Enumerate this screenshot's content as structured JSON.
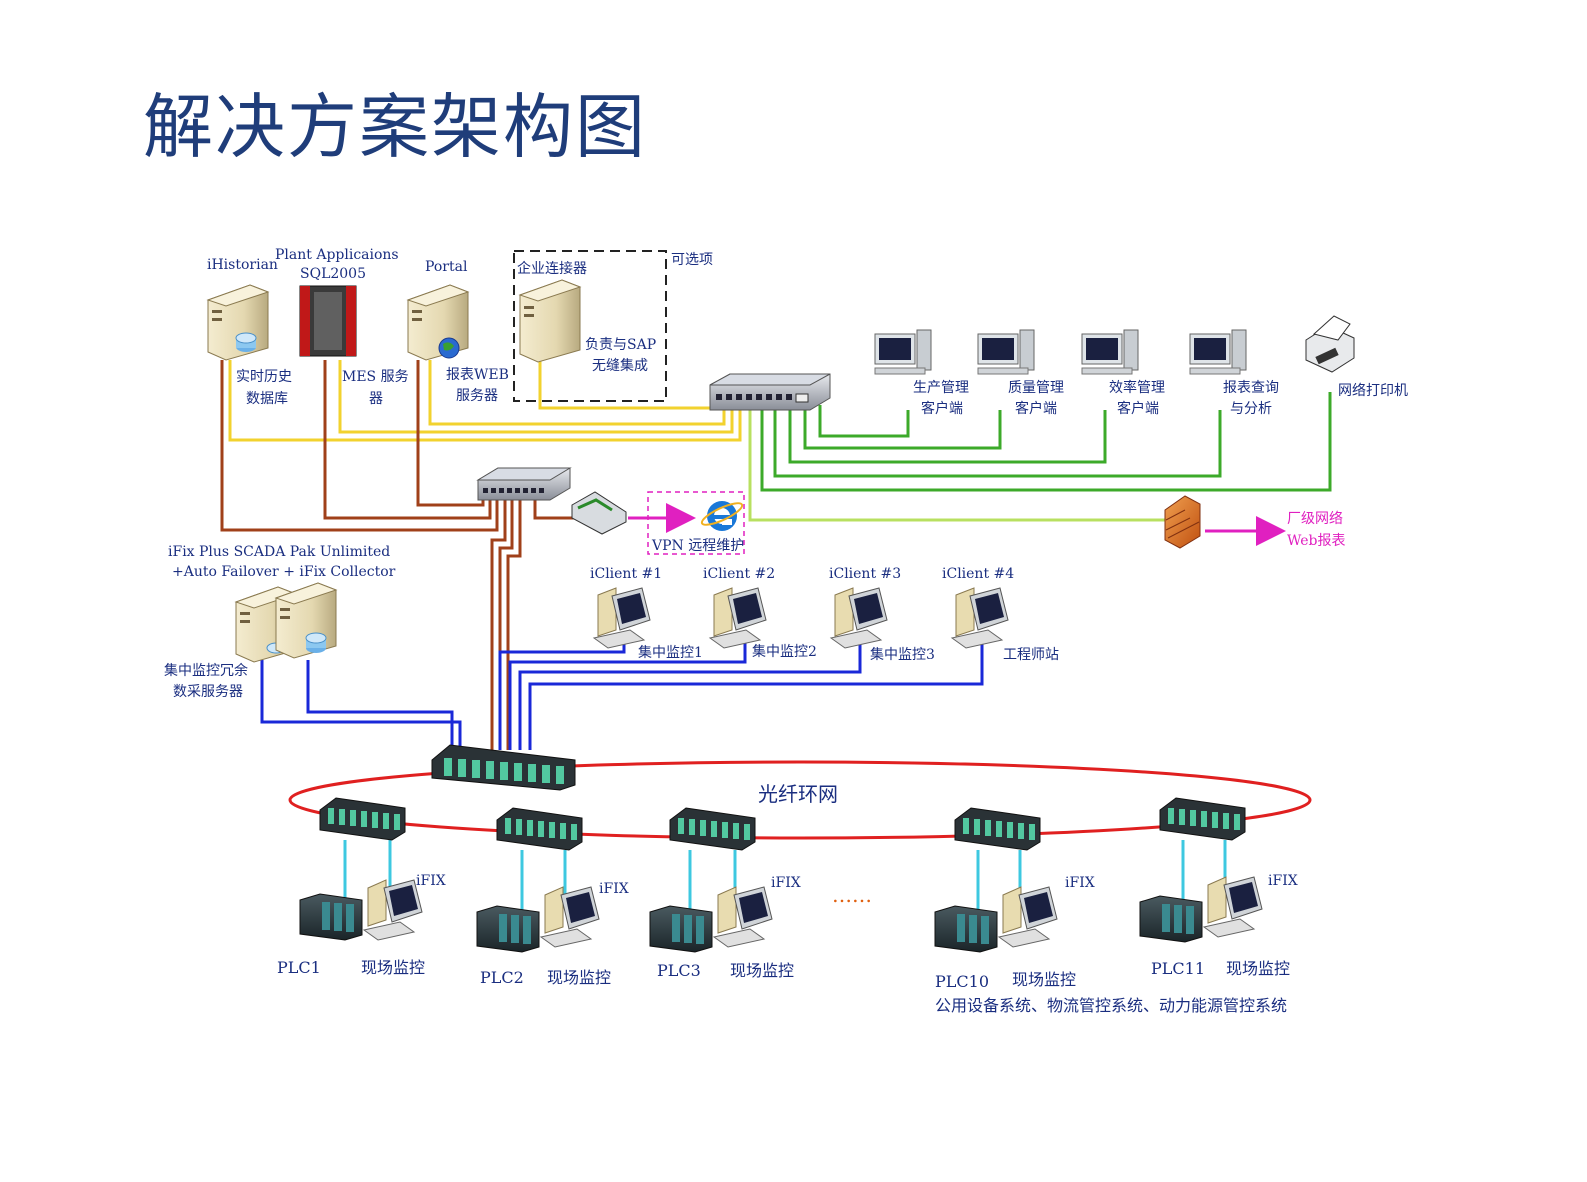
{
  "title": "解决方案架构图",
  "colors": {
    "title": "#1f3d7a",
    "label": "#1a2e80",
    "yellow_link": "#f2d22e",
    "brown_link": "#a0401a",
    "green_link": "#3caa2a",
    "lightgreen_link": "#b8e060",
    "blue_link": "#1a28d8",
    "cyan_link": "#3ec8e0",
    "ring": "#e02020",
    "magenta": "#e020c0"
  },
  "top_servers": {
    "ihistorian": {
      "label": "iHistorian",
      "caption": [
        "实时历史",
        "数据库"
      ]
    },
    "plant_apps": {
      "label": [
        "Plant Applicaions",
        "SQL2005"
      ],
      "caption": [
        "MES 服务",
        "器"
      ]
    },
    "portal": {
      "label": "Portal",
      "caption": [
        "报表WEB",
        "服务器"
      ]
    },
    "enterprise": {
      "box_label": "企业连接器",
      "optional": "可选项",
      "caption": [
        "负责与SAP",
        "无缝集成"
      ]
    }
  },
  "clients": [
    {
      "caption": [
        "生产管理",
        "客户端"
      ]
    },
    {
      "caption": [
        "质量管理",
        "客户端"
      ]
    },
    {
      "caption": [
        "效率管理",
        "客户端"
      ]
    },
    {
      "caption": [
        "报表查询",
        "与分析"
      ]
    }
  ],
  "printer": {
    "caption": "网络打印机"
  },
  "vpn": {
    "label": "VPN 远程维护"
  },
  "plant_web": {
    "caption": [
      "厂级网络",
      "Web报表"
    ]
  },
  "scada": {
    "label": [
      "iFix Plus SCADA Pak Unlimited",
      "+Auto Failover + iFix Collector"
    ],
    "caption": [
      "集中监控冗余",
      "数采服务器"
    ]
  },
  "iclients": [
    {
      "label": "iClient #1",
      "caption": "集中监控1"
    },
    {
      "label": "iClient #2",
      "caption": "集中监控2"
    },
    {
      "label": "iClient #3",
      "caption": "集中监控3"
    },
    {
      "label": "iClient #4",
      "caption": "工程师站"
    }
  ],
  "ring": {
    "label": "光纤环网"
  },
  "stations": [
    {
      "plc": "PLC1",
      "hmi": "现场监控",
      "ifix": "iFIX"
    },
    {
      "plc": "PLC2",
      "hmi": "现场监控",
      "ifix": "iFIX"
    },
    {
      "plc": "PLC3",
      "hmi": "现场监控",
      "ifix": "iFIX"
    },
    {
      "plc": "PLC10",
      "hmi": "现场监控",
      "ifix": "iFIX"
    },
    {
      "plc": "PLC11",
      "hmi": "现场监控",
      "ifix": "iFIX"
    }
  ],
  "ellipsis": "……",
  "footer_note": "公用设备系统、物流管控系统、动力能源管控系统"
}
